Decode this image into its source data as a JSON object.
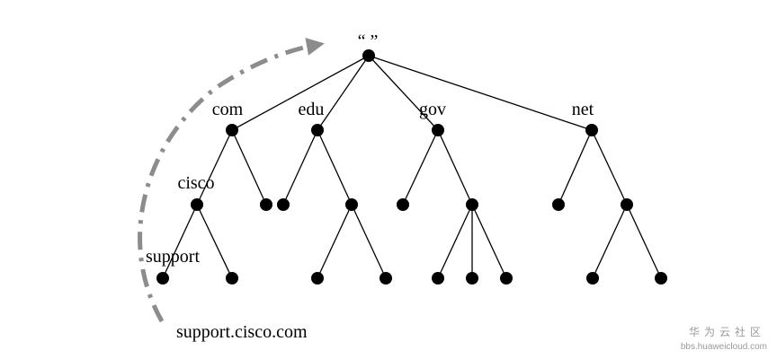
{
  "diagram": {
    "root_label": "“ ”",
    "domain_labels": {
      "com": "com",
      "edu": "edu",
      "gov": "gov",
      "net": "net"
    },
    "subdomain_label": "cisco",
    "host_label": "support",
    "fqdn_label": "support.cisco.com",
    "arrow_color": "#8c8c8c",
    "node_color": "#000000"
  },
  "watermark": {
    "brand": "华为云社区",
    "url": "bbs.huaweicloud.com"
  }
}
